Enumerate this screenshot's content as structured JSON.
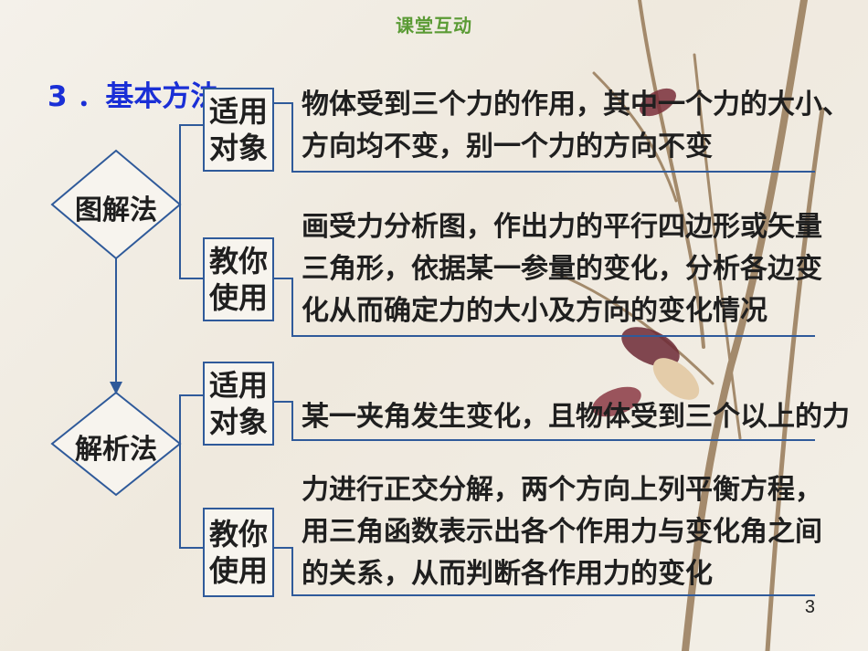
{
  "header": {
    "title": "课堂互动"
  },
  "section": {
    "title": "3 ．基本方法"
  },
  "methods": [
    {
      "name": "图解法",
      "items": [
        {
          "label": "适用对象",
          "lines": [
            "物体受到三个力的作用，其中一个力的大小、",
            "方向均不变，别一个力的方向不变"
          ]
        },
        {
          "label": "教你使用",
          "lines": [
            "画受力分析图，作出力的平行四边形或矢量",
            "三角形，依据某一参量的变化，分析各边变",
            "化从而确定力的大小及方向的变化情况"
          ]
        }
      ]
    },
    {
      "name": "解析法",
      "items": [
        {
          "label": "适用对象",
          "lines": [
            "某一夹角发生变化，且物体受到三个以上的力"
          ]
        },
        {
          "label": "教你使用",
          "lines": [
            "力进行正交分解，两个方向上列平衡方程，",
            "用三角函数表示出各个作用力与变化角之间",
            "的关系，从而判断各作用力的变化"
          ]
        }
      ]
    }
  ],
  "page_number": "3",
  "colors": {
    "diagram_line": "#2f5a9a",
    "title": "#1a2fd6",
    "header": "#5b9b35"
  }
}
